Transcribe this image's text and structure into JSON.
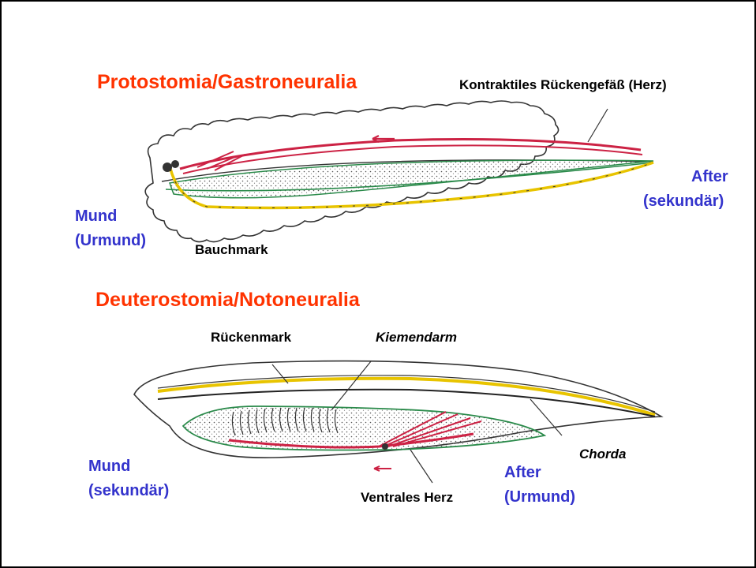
{
  "protostomia": {
    "title": "Protostomia/Gastroneuralia",
    "labels": {
      "heart": "Kontraktiles Rückengefäß (Herz)",
      "anus_line1": "After",
      "anus_line2": "(sekundär)",
      "mouth_line1": "Mund",
      "mouth_line2": "(Urmund)",
      "nerve_cord": "Bauchmark"
    }
  },
  "deuterostomia": {
    "title": "Deuterostomia/Notoneuralia",
    "labels": {
      "spinal_cord": "Rückenmark",
      "gill_gut": "Kiemendarm",
      "chorda": "Chorda",
      "mouth_line1": "Mund",
      "mouth_line2": "(sekundär)",
      "heart": "Ventrales Herz",
      "anus_line1": "After",
      "anus_line2": "(Urmund)"
    }
  },
  "colors": {
    "title": "#ff3300",
    "blue_label": "#3333cc",
    "blood_vessel": "#cc2244",
    "gut_lining": "#2a8a4a",
    "nerve": "#e8c400"
  }
}
